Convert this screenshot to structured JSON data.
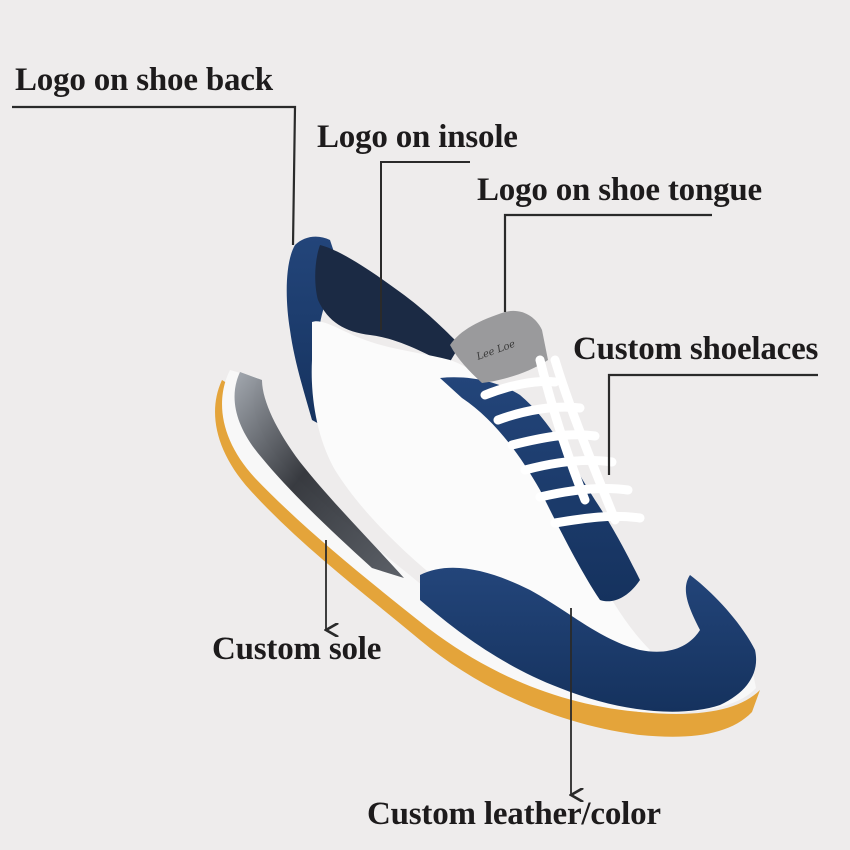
{
  "callouts": [
    {
      "id": "shoe-back",
      "label": "Logo on shoe back"
    },
    {
      "id": "insole",
      "label": "Logo on insole"
    },
    {
      "id": "shoe-tongue",
      "label": "Logo on shoe tongue"
    },
    {
      "id": "shoelaces",
      "label": "Custom shoelaces"
    },
    {
      "id": "sole",
      "label": "Custom sole"
    },
    {
      "id": "leather-color",
      "label": "Custom leather/color"
    }
  ],
  "product": {
    "type": "sneaker",
    "tongue_logo_text": "Lee Loe",
    "colors": {
      "background": "#eeecec",
      "suede_navy": "#1b3d6e",
      "leather_white": "#fbfbfb",
      "sole_gum": "#e4a43a",
      "tongue_grey": "#9a9a9c",
      "air_unit_dark": "#2a2d33",
      "text": "#1d1b1c",
      "leader_line": "#2a2a2a"
    }
  }
}
